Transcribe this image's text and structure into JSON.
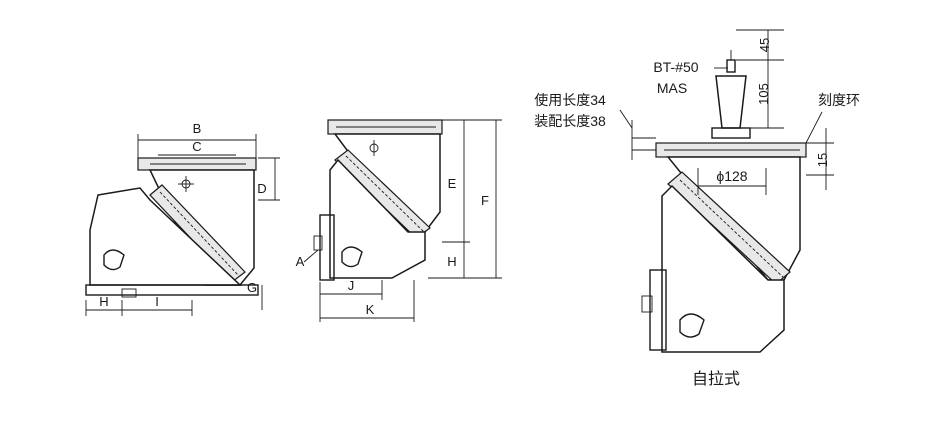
{
  "left_view": {
    "labels": {
      "B": "B",
      "C": "C",
      "D": "D",
      "G": "G",
      "H": "H",
      "I": "I"
    }
  },
  "middle_view": {
    "labels": {
      "A": "A",
      "E": "E",
      "F": "F",
      "H": "H",
      "J": "J",
      "K": "K"
    }
  },
  "right_view": {
    "spec_line1": "BT-#50",
    "spec_line2": "MAS",
    "use_length": "使用长度34",
    "assembly_length": "装配长度38",
    "dial_ring": "刻度环",
    "dim_45": "45",
    "dim_105": "105",
    "dim_15": "15",
    "dim_diameter": "ϕ128",
    "caption": "自拉式"
  }
}
